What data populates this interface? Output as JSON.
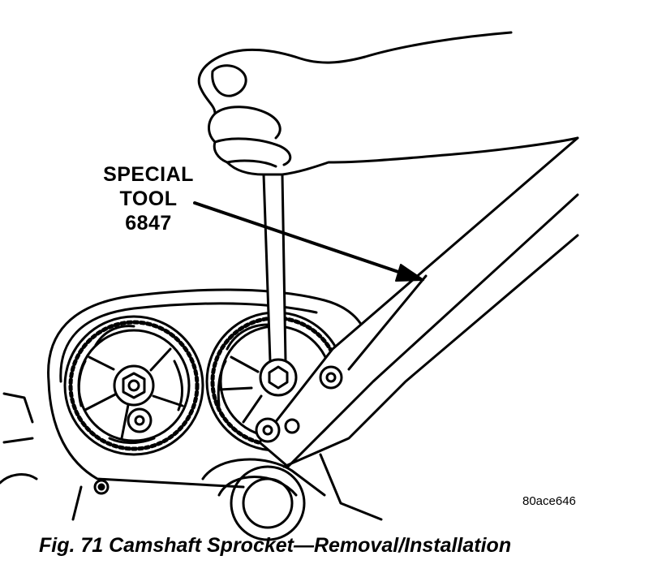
{
  "callout": {
    "line1": "SPECIAL",
    "line2": "TOOL",
    "line3": "6847"
  },
  "ref_code": "80ace646",
  "caption": "Fig. 71 Camshaft Sprocket—Removal/Installation",
  "colors": {
    "ink": "#000000",
    "paper": "#ffffff"
  },
  "icons": [
    "hand-illustration",
    "wrench-illustration",
    "holding-tool-illustration",
    "camshaft-sprocket-illustration",
    "pointer-arrow"
  ]
}
